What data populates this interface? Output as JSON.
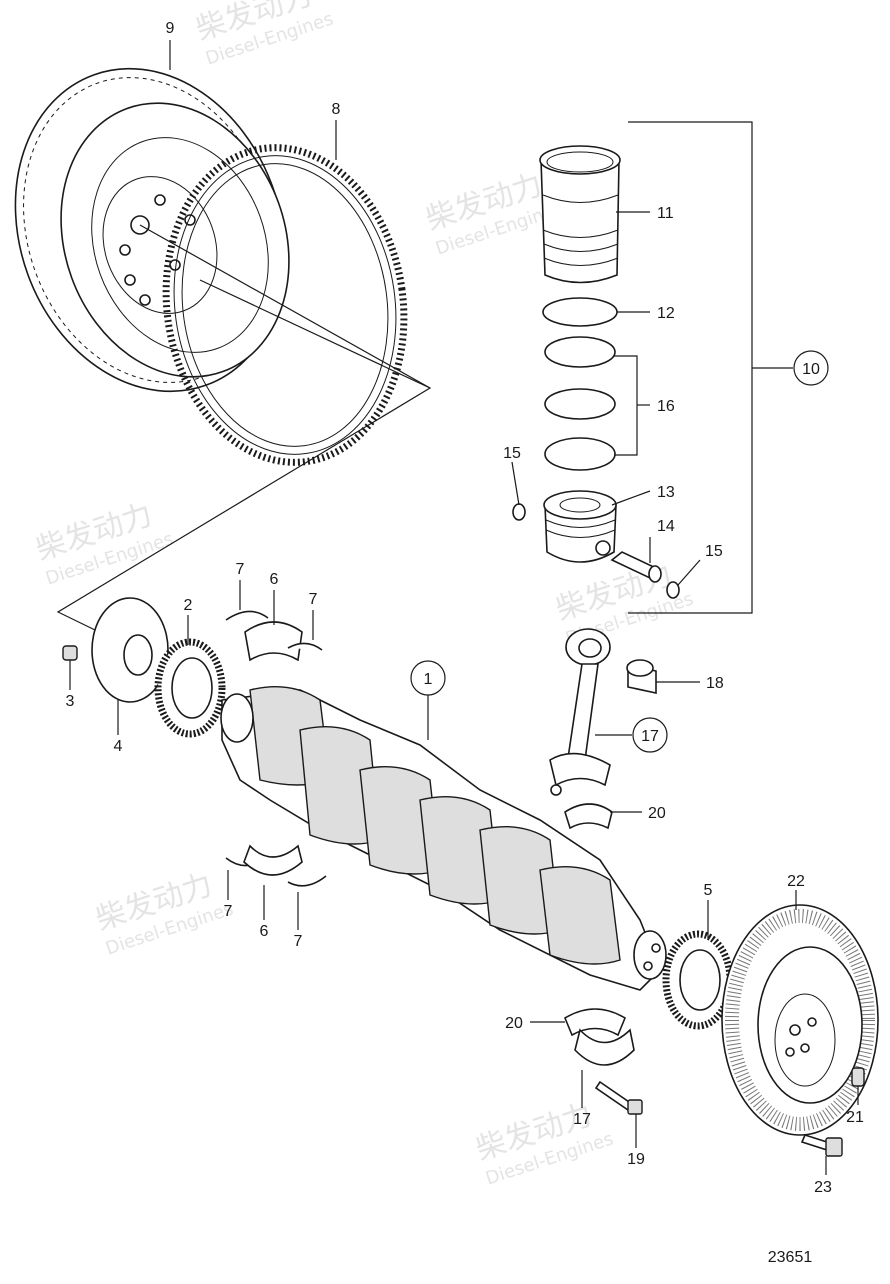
{
  "diagram": {
    "drawing_number": "23651",
    "watermark": {
      "brand": "柴发动力",
      "sub": "Diesel-Engines"
    },
    "callouts": [
      {
        "id": "c9",
        "text": "9"
      },
      {
        "id": "c8",
        "text": "8"
      },
      {
        "id": "c11",
        "text": "11"
      },
      {
        "id": "c12",
        "text": "12"
      },
      {
        "id": "c10",
        "text": "10"
      },
      {
        "id": "c16",
        "text": "16"
      },
      {
        "id": "c15a",
        "text": "15"
      },
      {
        "id": "c13",
        "text": "13"
      },
      {
        "id": "c14",
        "text": "14"
      },
      {
        "id": "c15b",
        "text": "15"
      },
      {
        "id": "c7a",
        "text": "7"
      },
      {
        "id": "c6a",
        "text": "6"
      },
      {
        "id": "c7b",
        "text": "7"
      },
      {
        "id": "c2",
        "text": "2"
      },
      {
        "id": "c3",
        "text": "3"
      },
      {
        "id": "c4",
        "text": "4"
      },
      {
        "id": "c1",
        "text": "1"
      },
      {
        "id": "c18",
        "text": "18"
      },
      {
        "id": "c17a",
        "text": "17"
      },
      {
        "id": "c20a",
        "text": "20"
      },
      {
        "id": "c7c",
        "text": "7"
      },
      {
        "id": "c6b",
        "text": "6"
      },
      {
        "id": "c7d",
        "text": "7"
      },
      {
        "id": "c5",
        "text": "5"
      },
      {
        "id": "c22",
        "text": "22"
      },
      {
        "id": "c20b",
        "text": "20"
      },
      {
        "id": "c21",
        "text": "21"
      },
      {
        "id": "c17b",
        "text": "17"
      },
      {
        "id": "c19",
        "text": "19"
      },
      {
        "id": "c23",
        "text": "23"
      }
    ]
  }
}
